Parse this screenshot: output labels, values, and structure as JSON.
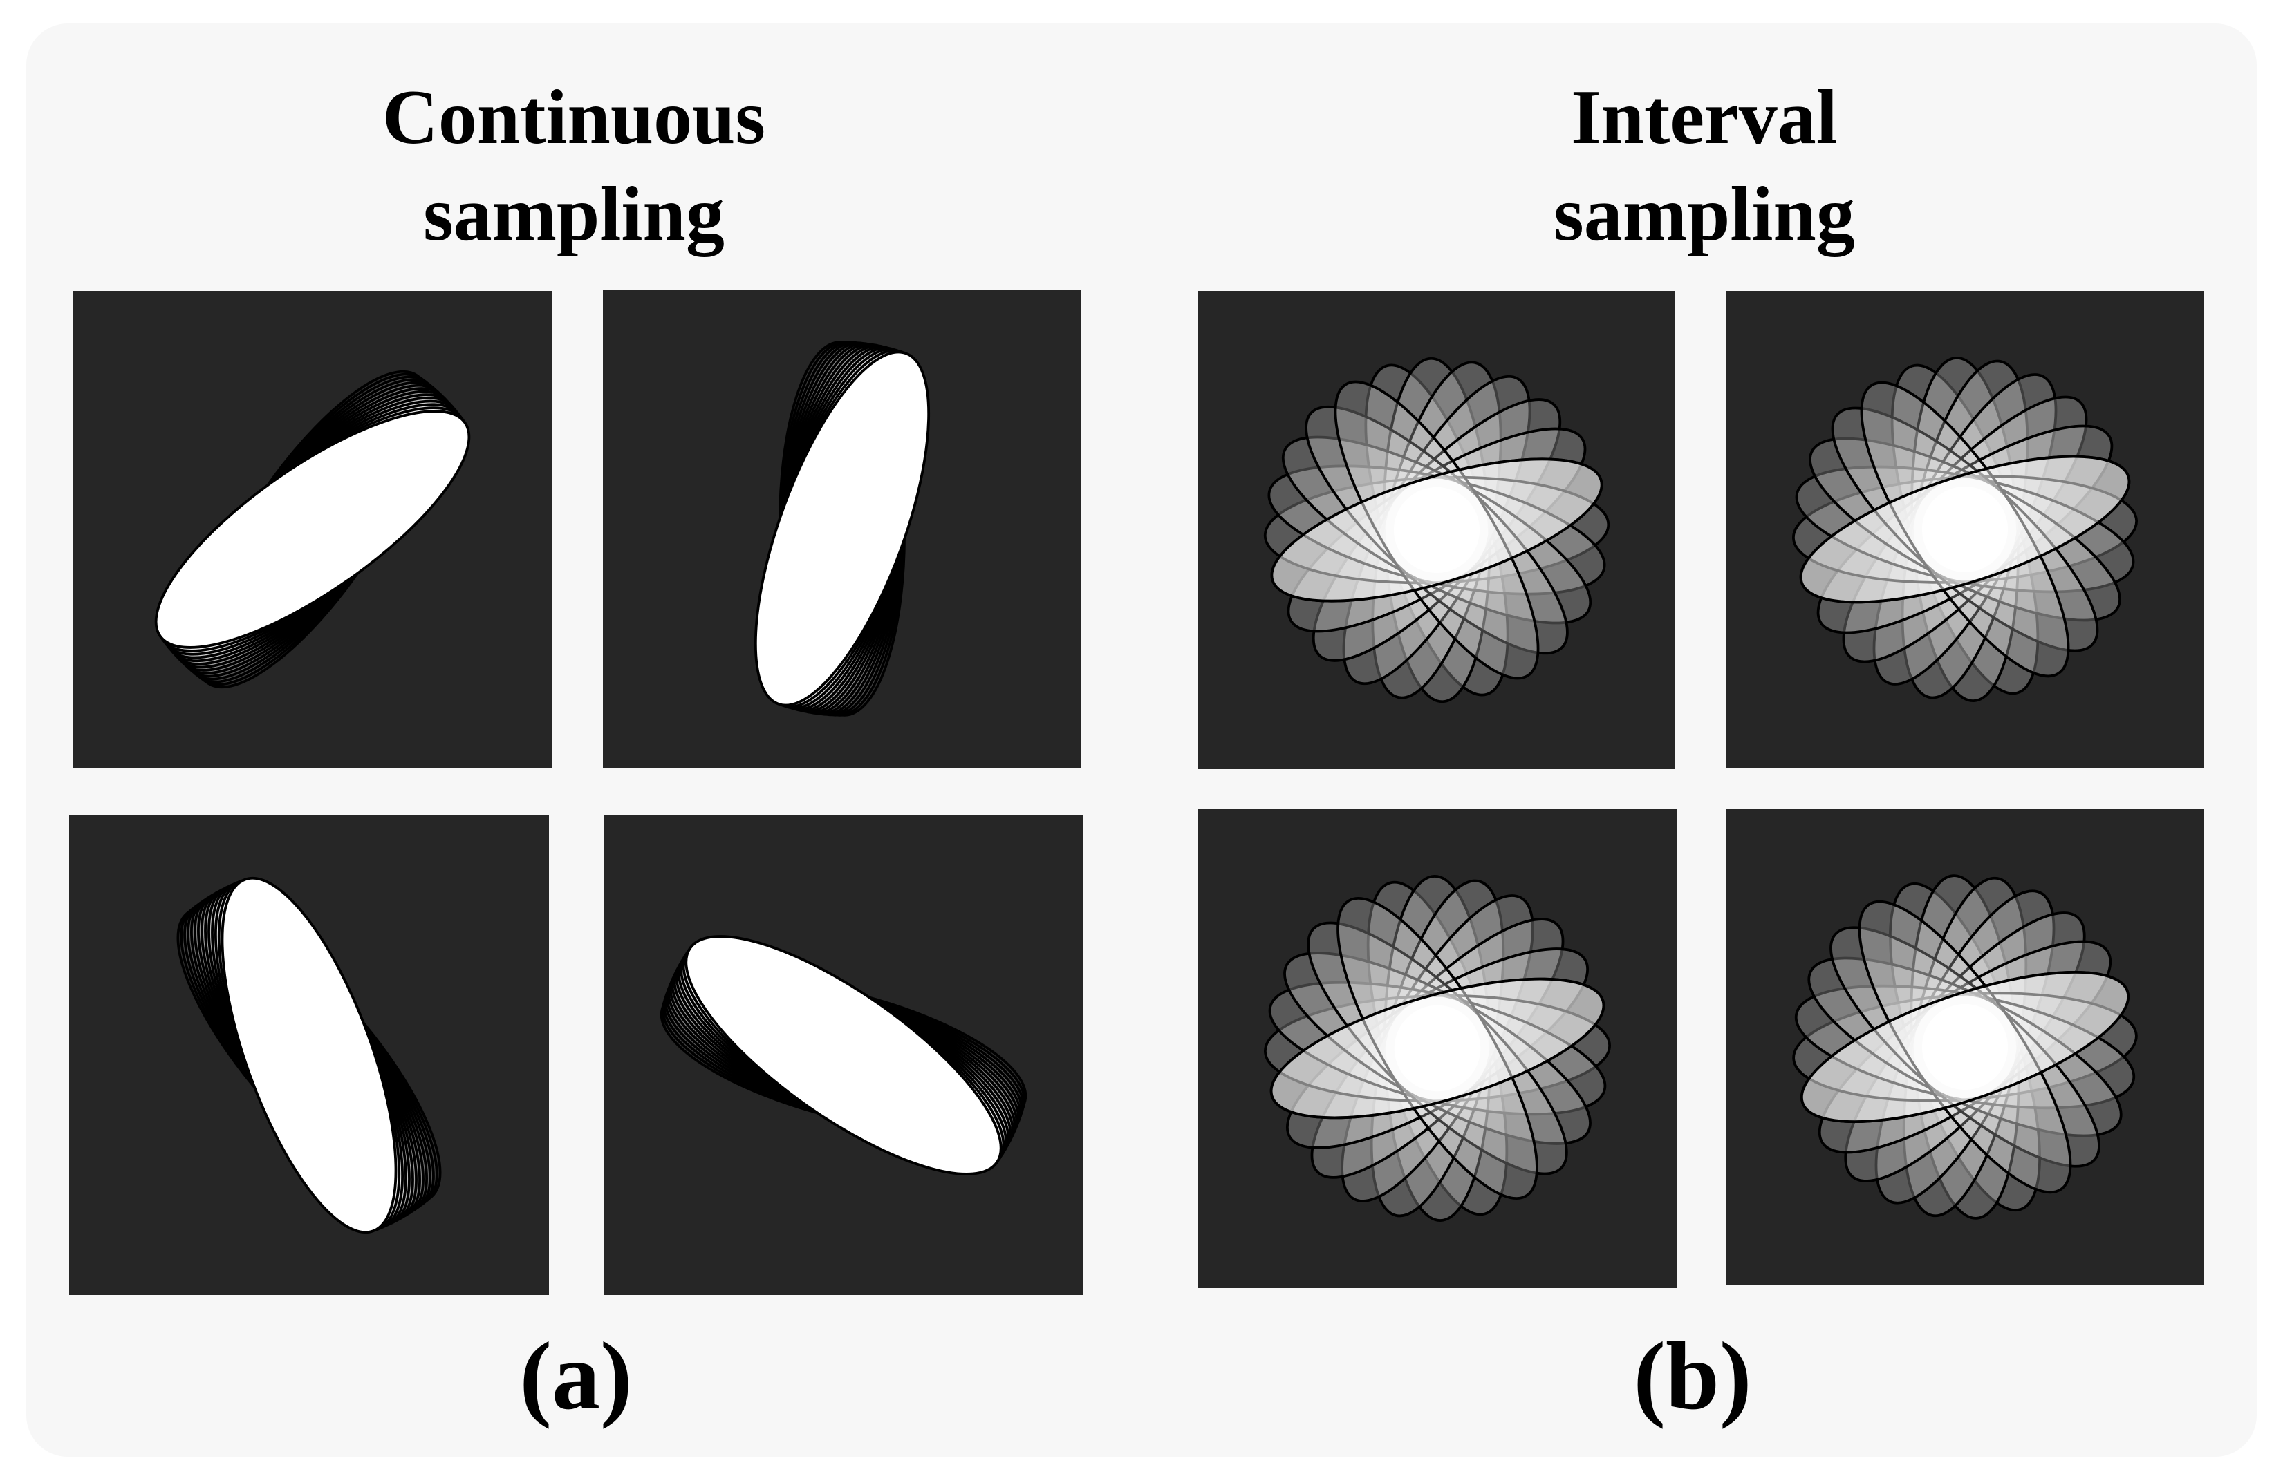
{
  "figure": {
    "left": {
      "title_line1": "Continuous",
      "title_line2": "sampling",
      "caption": "(a)",
      "orientations_deg": [
        -35,
        -70,
        70,
        35
      ]
    },
    "right": {
      "title_line1": "Interval",
      "title_line2": "sampling",
      "caption": "(b)",
      "orientations_deg": [
        -17,
        -18,
        -16,
        -19
      ]
    }
  }
}
